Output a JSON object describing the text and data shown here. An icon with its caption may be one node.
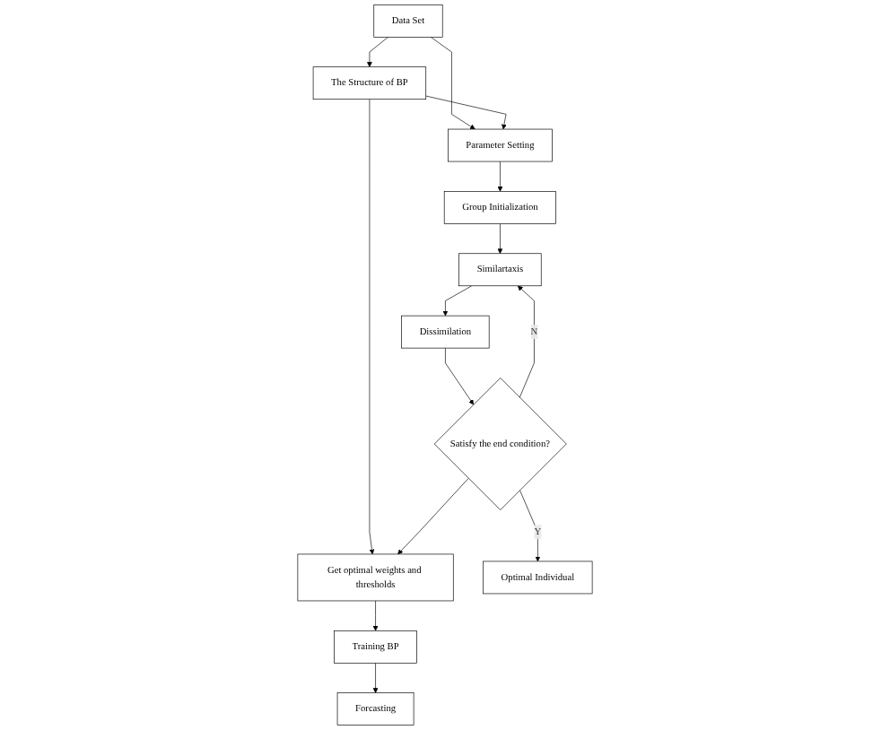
{
  "diagram": {
    "nodes": [
      {
        "text": [
          "Data Set"
        ]
      },
      {
        "text": [
          "The Structure of BP"
        ]
      },
      {
        "text": [
          "Get optimal weights and thresholds"
        ]
      },
      {
        "text": [
          "Training BP"
        ]
      },
      {
        "text": [
          "Forcasting"
        ]
      },
      {
        "text": [
          "Parameter Setting"
        ]
      },
      {
        "text": [
          "Group Initialization"
        ]
      },
      {
        "text": [
          "Similartaxis"
        ]
      },
      {
        "text": [
          "Dissimilation"
        ]
      },
      {
        "text": [
          "Satisfy the end condition?"
        ]
      },
      {
        "text": [
          "Optimal Individual"
        ]
      }
    ],
    "edges": [
      {
        "from": 0,
        "to": 1,
        "arrow": "to"
      },
      {
        "from": 0,
        "to": 5,
        "arrow": "to"
      },
      {
        "from": 1,
        "to": 5,
        "arrow": "to"
      },
      {
        "from": 1,
        "to": 2,
        "arrow": "to"
      },
      {
        "from": 2,
        "to": 3,
        "arrow": "to"
      },
      {
        "from": 3,
        "to": 4,
        "arrow": "to"
      },
      {
        "from": 5,
        "to": 6,
        "arrow": "to"
      },
      {
        "from": 6,
        "to": 7,
        "arrow": "to"
      },
      {
        "from": 7,
        "to": 8,
        "arrow": "to"
      },
      {
        "from": 8,
        "to": 9,
        "arrow": "to"
      },
      {
        "from": 9,
        "to": 2,
        "arrow": "to"
      },
      {
        "from": 9,
        "to": 7,
        "label": "N",
        "arrow": "to"
      },
      {
        "from": 9,
        "to": 10,
        "label": "Y",
        "arrow": "to"
      }
    ]
  }
}
